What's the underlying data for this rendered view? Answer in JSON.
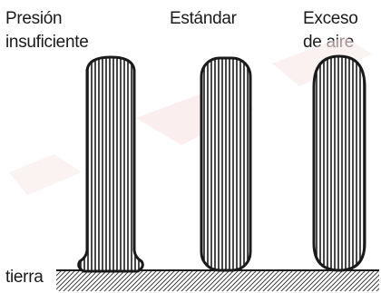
{
  "labels": {
    "low_pressure": "Presión\ninsuficiente",
    "standard": "Estándar",
    "excess_air": "Exceso\nde aire",
    "ground": "tierra"
  },
  "colors": {
    "ink": "#1a1a1a",
    "watermark": "#f7e3e3",
    "background": "#ffffff"
  }
}
